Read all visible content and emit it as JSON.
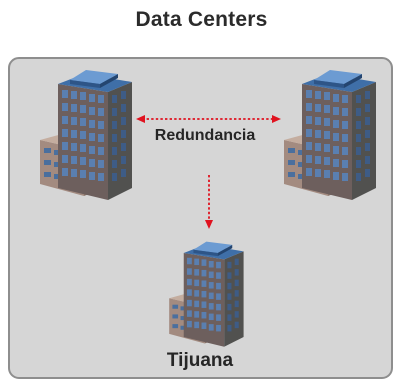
{
  "diagram": {
    "title": "Data Centers",
    "link_label": "Redundancia",
    "site_label": "Tijuana",
    "colors": {
      "panel_bg": "#d6d6d6",
      "panel_border": "#8e8e8e",
      "building_body": "#6d5f5d",
      "building_base": "#a38b80",
      "building_roof": "#3f6fa8",
      "window": "#4a6f9e",
      "connector": "#e0121f"
    },
    "icons": [
      "office-building-icon",
      "office-building-icon",
      "office-building-icon"
    ]
  }
}
